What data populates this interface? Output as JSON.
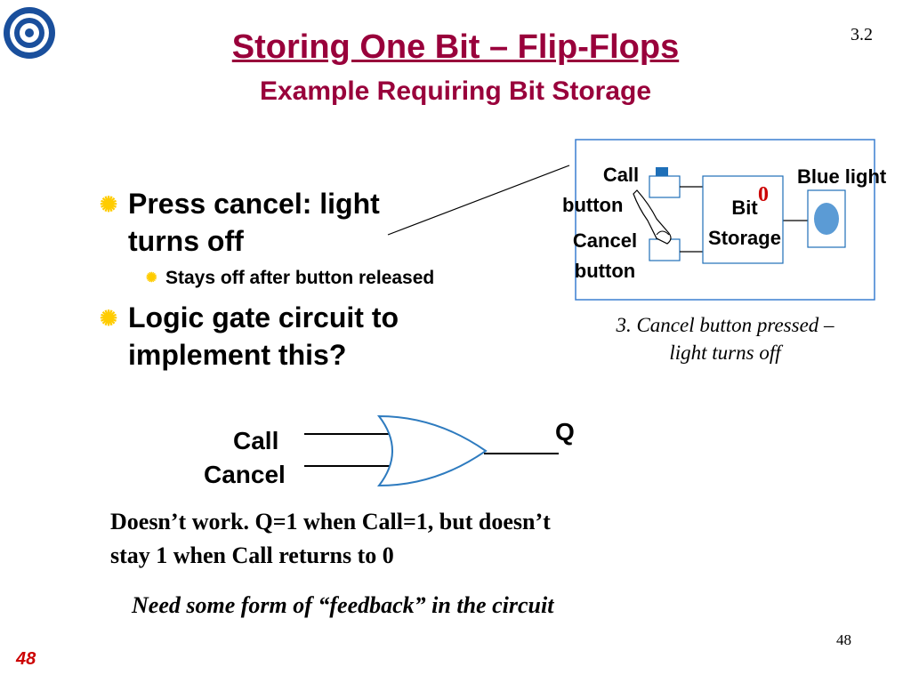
{
  "slide": {
    "title": "Storing One Bit – Flip-Flops",
    "subtitle": "Example Requiring Bit Storage",
    "section_number": "3.2",
    "footer_number": "48",
    "page_number": "48"
  },
  "bullets": [
    {
      "text": "Press cancel: light turns off",
      "line1": "Press cancel: light",
      "line2": "turns off",
      "sub": "Stays off after button released"
    },
    {
      "text": "Logic gate circuit to implement this?",
      "line1": "Logic gate circuit to",
      "line2": "implement this?"
    }
  ],
  "diagram": {
    "call_label": "Call",
    "call_label_2": "button",
    "cancel_label": "Cancel",
    "cancel_label_2": "button",
    "bit_label": "Bit",
    "storage_label": "Storage",
    "bit_value": "0",
    "blue_light_label": "Blue light",
    "caption_line1": "3. Cancel button pressed –",
    "caption_line2": "light turns off"
  },
  "gate": {
    "input_1": "Call",
    "input_2": "Cancel",
    "output": "Q"
  },
  "notes": {
    "line1": "Doesn’t work. Q=1 when Call=1, but doesn’t",
    "line2": "stay 1 when Call returns to 0",
    "feedback": "Need some form of “feedback” in the circuit"
  },
  "colors": {
    "title": "#99003b",
    "diagram_border": "#3a7fd0",
    "button_cap": "#1e6fb8",
    "light": "#5b9bd5",
    "gate_outline": "#2e7bbf",
    "bit_value": "#cc0000",
    "bullet_icon": "#ffcc00",
    "footer": "#cc0000"
  },
  "icons": {
    "logo": "university-seal-logo",
    "bullet": "sun-bullet-icon",
    "hand": "pressing-finger-icon"
  }
}
